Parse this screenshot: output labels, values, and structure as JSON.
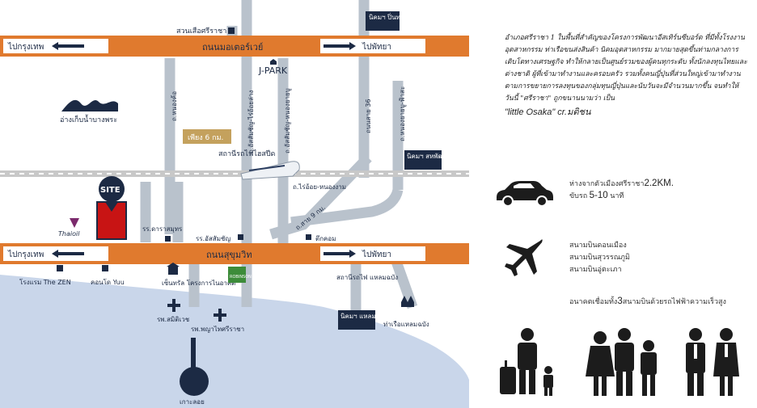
{
  "map": {
    "top_road": {
      "name": "ถนนมอเตอร์เวย์",
      "left_dest": "ไปกรุงเทพ",
      "right_dest": "ไปพัทยา"
    },
    "bottom_road": {
      "name": "ถนนสุขุมวิท",
      "left_dest": "ไปกรุงเทพ",
      "right_dest": "ไปพัทยา"
    },
    "site_label": "SITE",
    "labels": {
      "suan_suea": "สวนเสือศรีราชา",
      "j_park": "J-PARK",
      "reservoir": "อ่างเก็บน้ำบางพระ",
      "road_soi_nong_kho": "ถ.หนองค้อ",
      "road_assumption": "ถ.อัสสัมชัญ-ไร่อ้อยล่าง",
      "road_assumption_nong_yang": "ถ.อัสสัมชัญ-หนองยายบู",
      "road_36": "ถนนสาย 36",
      "road_nong_kham": "ถ.หนองยายบู-ฟ้าสะ",
      "only_6_min": "เพียง 6 กม.",
      "station": "สถานีรถไฟไฮสปีด",
      "road_rai_oi": "ถ.ไร่อ้อย-หนองงาม",
      "road_9": "ถ.สาย 9 กม.",
      "nikom_pinthong": "นิคมฯ ปิ่นทอง",
      "nikom_sahapat": "นิคมฯ สหพัฒน์",
      "thaioil": "Thaioil",
      "school_darasamut": "รร.ดาราสมุทร",
      "school_assumption": "รร.อัสสัมชัญ",
      "tuk_com": "ตึกคอม",
      "hotel_zen": "โรงแรม The ZEN",
      "condo_yuu": "คอนโด Yuu",
      "central": "เซ็นทรัล โครงการไนอาคต",
      "robinson": "ROBINSON",
      "station_laem": "สถานีรถไฟ แหลมฉบัง",
      "nikom_laem": "นิคมฯ แหลมฉบัง",
      "port_laem": "ท่าเรือแหลมฉบัง",
      "hosp_samitivej": "รพ.สมิติเวช",
      "hosp_phayathai": "รพ.พญาไทศรีราชา",
      "ko_loi": "เกาะลอย"
    }
  },
  "side": {
    "intro": "อำเภอศรีราชา 1 ในพื้นที่สำคัญของโครงการพัฒนาอีสเทิร์นซีบอร์ด ที่มีทั้งโรงงานอุตสาหกรรม ท่าเรือขนส่งสินค้า นิคมอุตสาหกรรม มากมายสุดขึ้นท่ามกลางการเติบโตทางเศรษฐกิจ ทำให้กลายเป็นศูนย์รวมของผู้คนทุกระดับ ทั้งนักลงทุนไทยและต่างชาติ ผู้ที่เข้ามาทำงานและครอบครัว รวมทั้งคนญี่ปุ่นที่ส่วนใหญ่เข้ามาทำงานตามการขยายการลงทุนของกลุ่มทุนญี่ปุ่นและนับวันจะมีจำนวนมากขึ้น จนทำให้วันนี้ \"ศรีราชา\" ถูกขนานนามว่า เป็น",
    "tagline": "\"little Osaka\"   cr.มติชน",
    "car_line1": "ห่างจากตัวเมืองศรีราชา",
    "car_dist": "2.2KM.",
    "car_line2_prefix": "ขับรถ ",
    "car_time": "5-10",
    "car_line2_suffix": " นาที",
    "airports": [
      "สนามบินดอนเมือง",
      "สนามบินสุวรรณภูมิ",
      "สนามบินอู่ตะเภา"
    ],
    "future_prefix": "อนาคตเชื่อมทั้ง",
    "future_num": "3",
    "future_suffix": "สนามบินด้วยรถไฟฟ้าความเร็วสูง",
    "colors": {
      "road": "#e07a2e",
      "arterial": "#b9c2cc",
      "sea": "#c9d6ea",
      "site": "#c81414",
      "navy": "#1c2a44"
    }
  }
}
